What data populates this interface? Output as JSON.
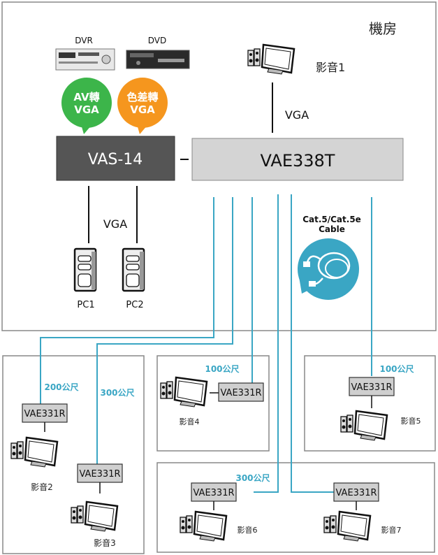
{
  "room_label": "機房",
  "devices": {
    "dvr": "DVR",
    "dvd": "DVD",
    "av_to_vga": [
      "AV轉",
      "VGA"
    ],
    "color_diff_to_vga": [
      "色差轉",
      "VGA"
    ],
    "vas14": "VAS-14",
    "vae338t": "VAE338T",
    "pc1": "PC1",
    "pc2": "PC2"
  },
  "links": {
    "vga_top": "VGA",
    "vga_pc": "VGA",
    "cable": [
      "Cat.5/Cat.5e",
      "Cable"
    ]
  },
  "receivers": {
    "label": "VAE331R",
    "zones": [
      {
        "display": "影音1"
      },
      {
        "display": "影音2",
        "distance": "200公尺"
      },
      {
        "display": "影音3",
        "distance": "300公尺"
      },
      {
        "display": "影音4",
        "distance": "100公尺"
      },
      {
        "display": "影音5",
        "distance": "100公尺"
      },
      {
        "display": "影音6",
        "distance": "300公尺"
      },
      {
        "display": "影音7"
      }
    ]
  },
  "colors": {
    "cable": "#3aa6c4",
    "green_bubble": "#3cb54a",
    "orange_bubble": "#f5961e",
    "vas_box": "#555555",
    "vae_box": "#d4d4d4",
    "receiver_box": "#cfcfcf"
  }
}
